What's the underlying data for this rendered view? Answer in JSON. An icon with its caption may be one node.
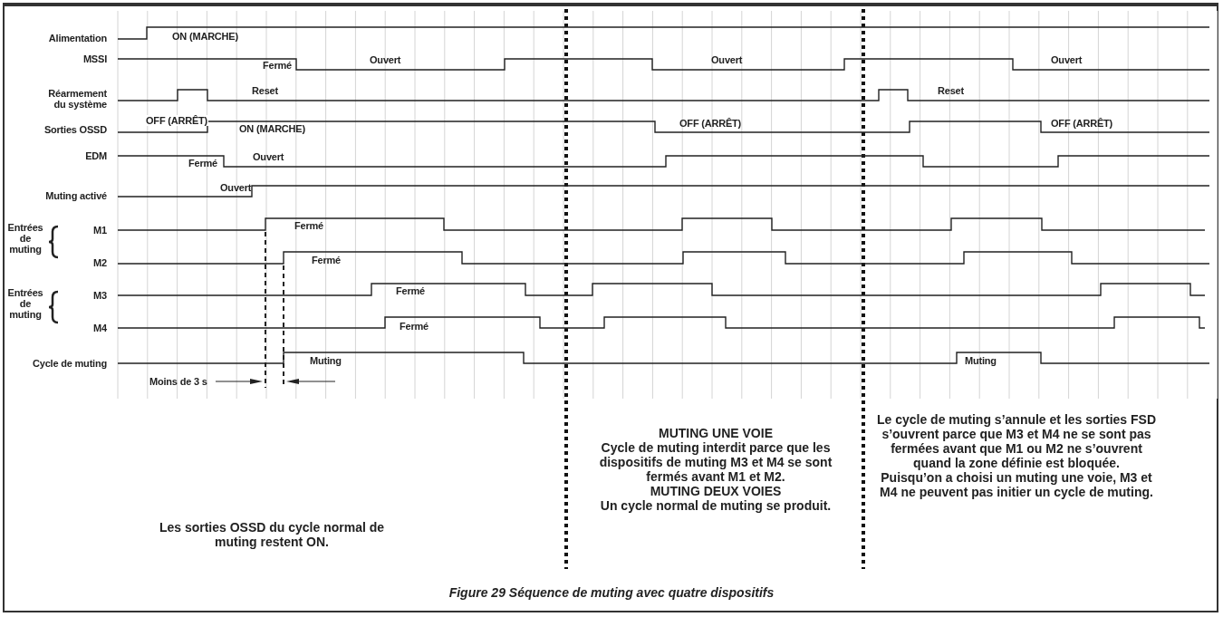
{
  "diagram": {
    "caption": "Figure 29 Séquence de muting avec quatre dispositifs",
    "labels": [
      "Alimentation",
      "ON (MARCHE)",
      "MSSI",
      "Fermé",
      "Ouvert",
      "Ouvert",
      "Ouvert",
      "Réarmement du système",
      "Reset",
      "Reset",
      "Sorties OSSD",
      "OFF (ARRÊT)",
      "ON (MARCHE)",
      "OFF (ARRÊT)",
      "OFF (ARRÊT)",
      "EDM",
      "Fermé",
      "Ouvert",
      "Muting activé",
      "Ouvert",
      "Entrées de muting",
      "M1",
      "Fermé",
      "M2",
      "Fermé",
      "Entrées de muting",
      "M3",
      "Fermé",
      "M4",
      "Fermé",
      "Cycle de muting",
      "Muting",
      "Muting",
      "Moins de 3 s",
      "Les sorties OSSD du cycle normal de muting restent ON.",
      "MUTING UNE VOIE",
      "Cycle de muting interdit parce que les dispositifs de muting M3 et M4 se sont fermés avant M1 et M2.",
      "MUTING DEUX VOIES",
      "Un cycle normal de muting se produit.",
      "Le cycle de muting s’annule et les sorties FSD s’ouvrent parce que M3 et M4 ne se sont pas fermées avant que M1 ou M2 ne s’ouvrent quand la zone définie est bloquée.",
      "Puisqu’on a choisi un muting une voie, M3 et M4 ne peuvent pas initier un cycle de muting."
    ]
  }
}
